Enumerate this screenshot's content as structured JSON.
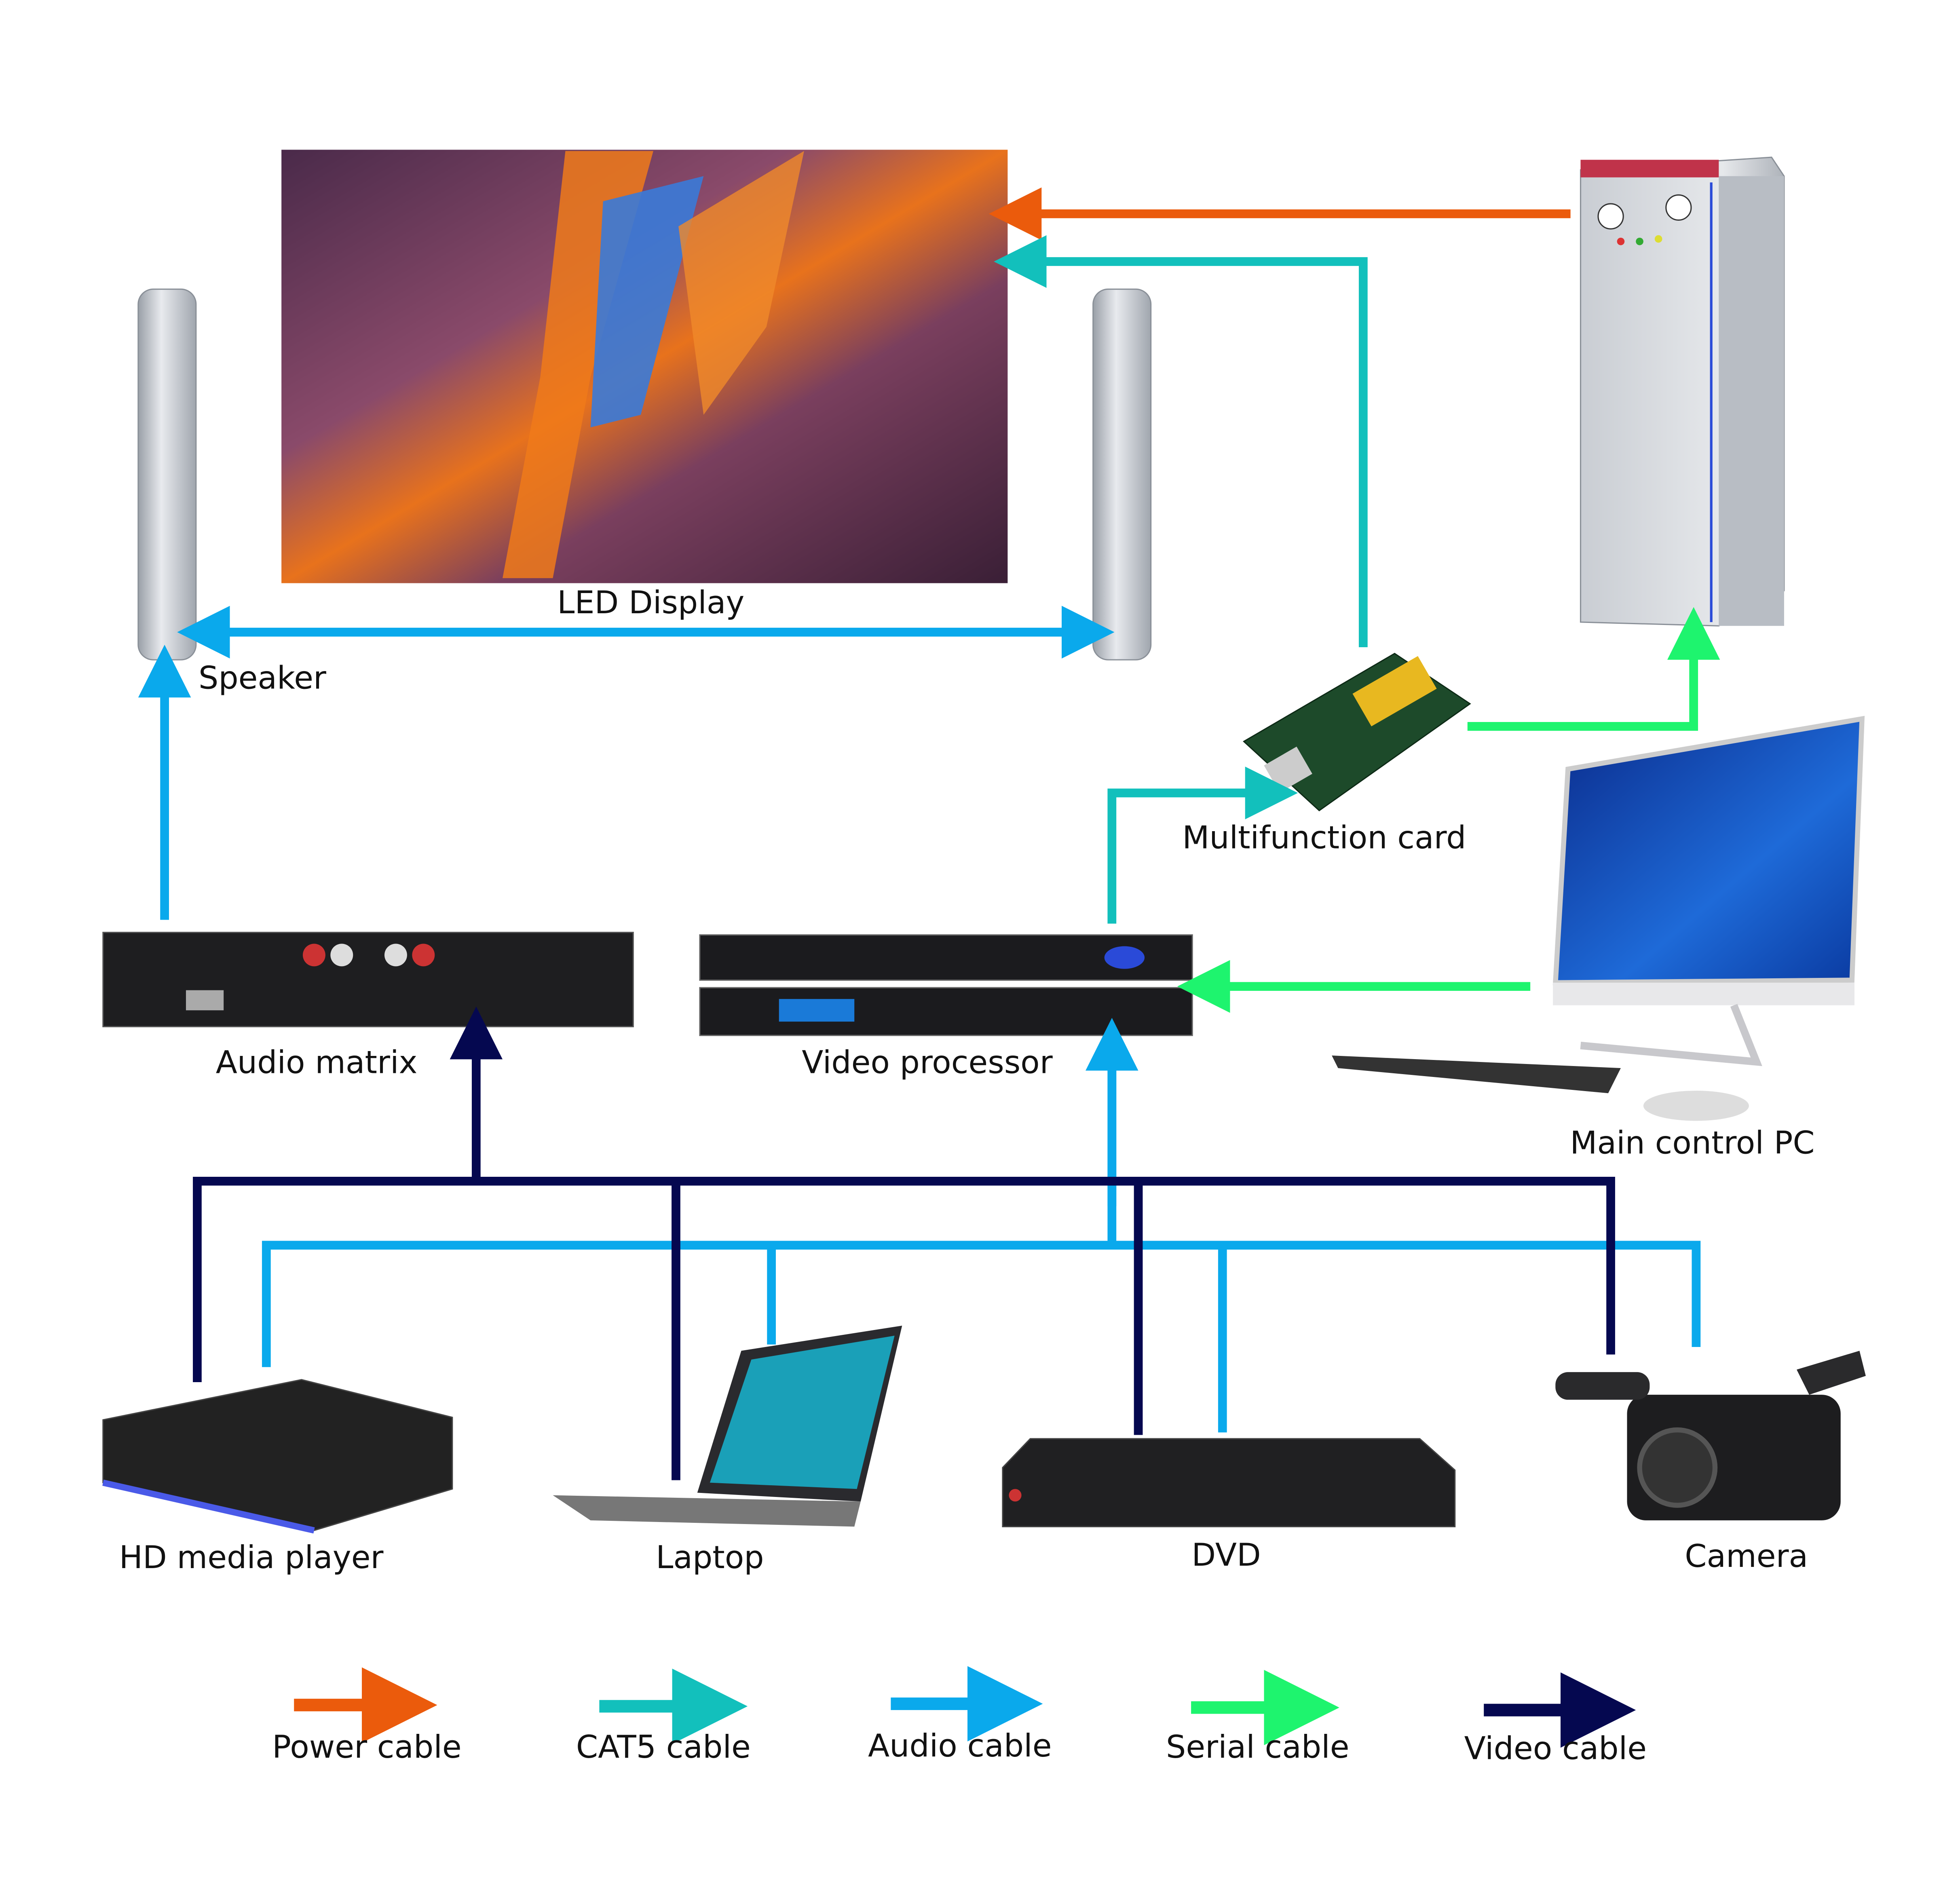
{
  "colors": {
    "power": "#EB5B0C",
    "cat5": "#12C0BC",
    "audio": "#0AA9EC",
    "serial": "#1EF46E",
    "video": "#050850"
  },
  "devices": {
    "led_display": "LED Display",
    "speaker": "Speaker",
    "multifunction_card": "Multifunction card",
    "audio_matrix": "Audio matrix",
    "video_processor": "Video processor",
    "main_control_pc": "Main control PC",
    "hd_media_player": "HD media player",
    "laptop": "Laptop",
    "dvd": "DVD",
    "camera": "Camera"
  },
  "legend": [
    {
      "label": "Power cable",
      "color": "#EB5B0C"
    },
    {
      "label": "CAT5 cable",
      "color": "#12C0BC"
    },
    {
      "label": "Audio cable",
      "color": "#0AA9EC"
    },
    {
      "label": "Serial cable",
      "color": "#1EF46E"
    },
    {
      "label": "Video cable",
      "color": "#050850"
    }
  ]
}
